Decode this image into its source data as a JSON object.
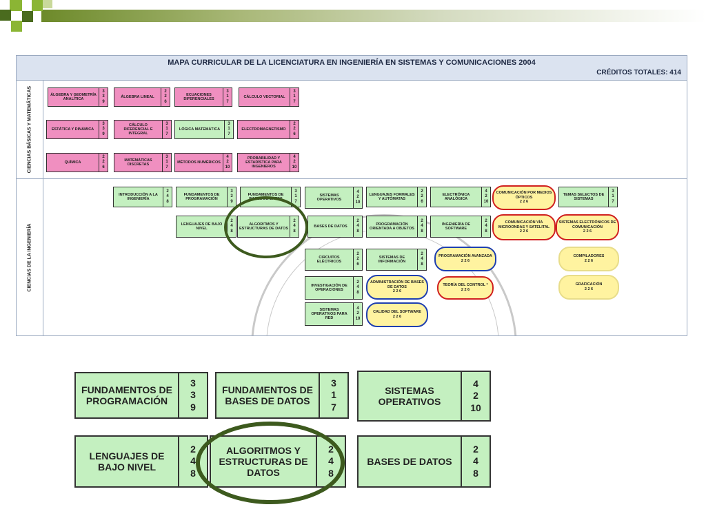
{
  "map": {
    "title": "MAPA CURRICULAR DE LA LICENCIATURA EN INGENIERÍA EN SISTEMAS Y COMUNICACIONES  2004",
    "credits": "CRÉDITOS TOTALES:  414",
    "row_basic_label": "CIENCIAS BÁSICAS Y MATEMÁTICAS",
    "row_eng_label": "CIENCIAS DE LA INGENIERÍA",
    "basic": [
      {
        "name": "ÁLGEBRA Y GEOMETRÍA ANALÍTICA",
        "c": [
          "3",
          "3",
          "9"
        ]
      },
      {
        "name": "ÁLGEBRA LINEAL",
        "c": [
          "2",
          "2",
          "6"
        ]
      },
      {
        "name": "ECUACIONES DIFERENCIALES",
        "c": [
          "3",
          "1",
          "7"
        ]
      },
      {
        "name": "CÁLCULO VECTORIAL",
        "c": [
          "3",
          "1",
          "7"
        ]
      },
      {
        "name": "ESTÁTICA Y DINÁMICA",
        "c": [
          "3",
          "3",
          "9"
        ]
      },
      {
        "name": "CÁLCULO DIFERENCIAL E INTEGRAL",
        "c": [
          "3",
          "1",
          "7"
        ]
      },
      {
        "name": "LÓGICA MATEMÁTICA",
        "c": [
          "3",
          "1",
          "7"
        ]
      },
      {
        "name": "ELECTROMAGNETISMO",
        "c": [
          "2",
          "2",
          "6"
        ]
      },
      {
        "name": "QUÍMICA",
        "c": [
          "2",
          "2",
          "6"
        ]
      },
      {
        "name": "MATEMÁTICAS DISCRETAS",
        "c": [
          "3",
          "1",
          "7"
        ]
      },
      {
        "name": "MÉTODOS NUMÉRICOS",
        "c": [
          "4",
          "2",
          "10"
        ]
      },
      {
        "name": "PROBABILIDAD Y ESTADÍSTICA PARA INGENIEROS",
        "c": [
          "4",
          "2",
          "10"
        ]
      }
    ],
    "eng": [
      {
        "name": "INTRODUCCIÓN A LA INGENIERÍA",
        "c": [
          "2",
          "4",
          "8"
        ]
      },
      {
        "name": "FUNDAMENTOS DE PROGRAMACIÓN",
        "c": [
          "3",
          "3",
          "9"
        ]
      },
      {
        "name": "FUNDAMENTOS DE BASES DE DATOS",
        "c": [
          "3",
          "1",
          "7"
        ]
      },
      {
        "name": "SISTEMAS OPERATIVOS",
        "c": [
          "4",
          "2",
          "10"
        ]
      },
      {
        "name": "LENGUAJES FORMALES Y AUTÓMATAS",
        "c": [
          "2",
          "2",
          "6"
        ]
      },
      {
        "name": "ELECTRÓNICA ANALÓGICA",
        "c": [
          "4",
          "2",
          "10"
        ]
      },
      {
        "name": "TEMAS SELECTOS DE SISTEMAS",
        "c": [
          "3",
          "1",
          "7"
        ]
      },
      {
        "name": "LENGUAJES DE BAJO NIVEL",
        "c": [
          "2",
          "4",
          "8"
        ]
      },
      {
        "name": "ALGORITMOS Y ESTRUCTURAS DE DATOS",
        "c": [
          "2",
          "4",
          "8"
        ]
      },
      {
        "name": "BASES DE DATOS",
        "c": [
          "2",
          "4",
          "8"
        ]
      },
      {
        "name": "PROGRAMACIÓN ORIENTADA A OBJETOS",
        "c": [
          "2",
          "4",
          "8"
        ]
      },
      {
        "name": "INGENIERÍA DE SOFTWARE",
        "c": [
          "2",
          "4",
          "8"
        ]
      },
      {
        "name": "CIRCUITOS ELÉCTRICOS",
        "c": [
          "2",
          "2",
          "6"
        ]
      },
      {
        "name": "SISTEMAS DE INFORMACIÓN",
        "c": [
          "2",
          "4",
          "8"
        ]
      },
      {
        "name": "INVESTIGACIÓN DE OPERACIONES",
        "c": [
          "2",
          "4",
          "8"
        ]
      },
      {
        "name": "SISTEMAS OPERATIVOS PARA RED",
        "c": [
          "4",
          "2",
          "10"
        ]
      }
    ],
    "ovals": [
      {
        "name": "COMUNICACIÓN POR MEDIOS ÓPTICOS",
        "c": "2 2 6"
      },
      {
        "name": "COMUNICACIÓN VÍA MICROONDAS Y SATELITAL",
        "c": "2 2 6"
      },
      {
        "name": "SISTEMAS ELECTRÓNICOS DE COMUNICACIÓN",
        "c": "2 2 6"
      },
      {
        "name": "PROGRAMACIÓN AVANZADA",
        "c": "2 2 6"
      },
      {
        "name": "COMPILADORES",
        "c": "2 2 6"
      },
      {
        "name": "ADMINISTRACIÓN DE BASES DE DATOS",
        "c": "2 2 6"
      },
      {
        "name": "TEORÍA DEL CONTROL *",
        "c": "2 2 6"
      },
      {
        "name": "GRAFICACIÓN",
        "c": "2 2 6"
      },
      {
        "name": "CALIDAD DEL SOFTWARE",
        "c": "2 2 6"
      }
    ]
  },
  "zoom": [
    {
      "name": "FUNDAMENTOS DE PROGRAMACIÓN",
      "c": [
        "3",
        "3",
        "9"
      ]
    },
    {
      "name": "FUNDAMENTOS DE BASES DE DATOS",
      "c": [
        "3",
        "1",
        "7"
      ]
    },
    {
      "name": "SISTEMAS OPERATIVOS",
      "c": [
        "4",
        "2",
        "10"
      ]
    },
    {
      "name": "LENGUAJES DE BAJO NIVEL",
      "c": [
        "2",
        "4",
        "8"
      ]
    },
    {
      "name": "ALGORITMOS Y ESTRUCTURAS DE DATOS",
      "c": [
        "2",
        "4",
        "8"
      ]
    },
    {
      "name": "BASES DE DATOS",
      "c": [
        "2",
        "4",
        "8"
      ]
    }
  ],
  "colors": {
    "pink": "#f08fc0",
    "green": "#c4f0c0",
    "highlight_ring": "#3d5a1e"
  }
}
